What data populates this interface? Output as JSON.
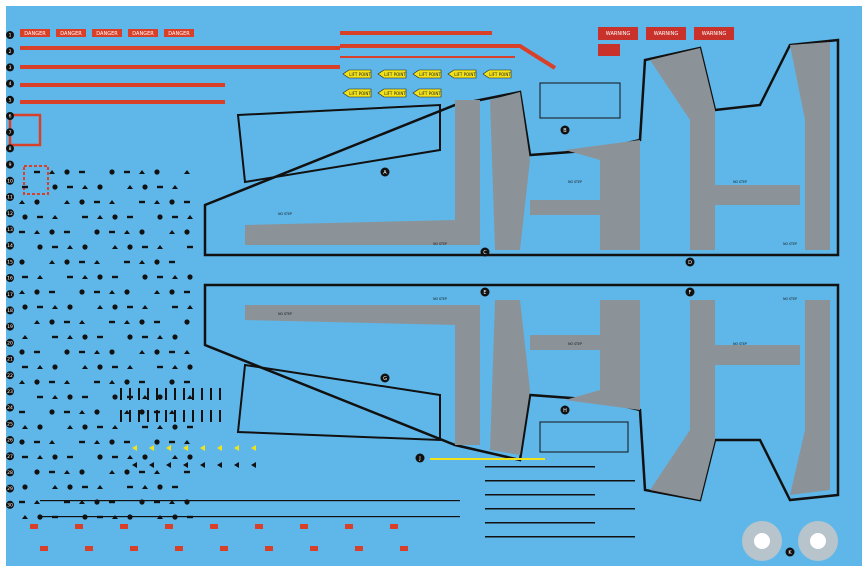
{
  "sheet": {
    "background": "#5fb7e9",
    "walkway_fill": "#8c9398",
    "outline": "#111111",
    "stripe_red": "#d8402a",
    "yellow": "#f2e21a",
    "placard_red": "#c8322a"
  },
  "danger_labels": [
    "DANGER",
    "DANGER",
    "DANGER",
    "DANGER",
    "DANGER"
  ],
  "warning_placards": [
    "WARNING",
    "WARNING",
    "WARNING"
  ],
  "arrow_labels": [
    "LIFT POINT",
    "LIFT POINT",
    "LIFT POINT",
    "LIFT POINT",
    "LIFT POINT",
    "LIFT POINT",
    "LIFT POINT",
    "LIFT POINT"
  ],
  "panel_letters": [
    "A",
    "B",
    "C",
    "D",
    "E",
    "F",
    "G",
    "H",
    "J",
    "K"
  ],
  "walkway_notes": [
    "NO STEP",
    "NO STEP",
    "NO STEP",
    "NO STEP",
    "NO STEP",
    "NO STEP",
    "NO STEP",
    "NO STEP",
    "NO STEP",
    "NO STEP"
  ],
  "grid_markers": [
    "1",
    "2",
    "3",
    "4",
    "5",
    "6",
    "7",
    "8",
    "9",
    "10",
    "11",
    "12",
    "13",
    "14",
    "15",
    "16",
    "17",
    "18",
    "19",
    "20",
    "21",
    "22",
    "23",
    "24",
    "25",
    "26",
    "27",
    "28",
    "29",
    "30"
  ]
}
